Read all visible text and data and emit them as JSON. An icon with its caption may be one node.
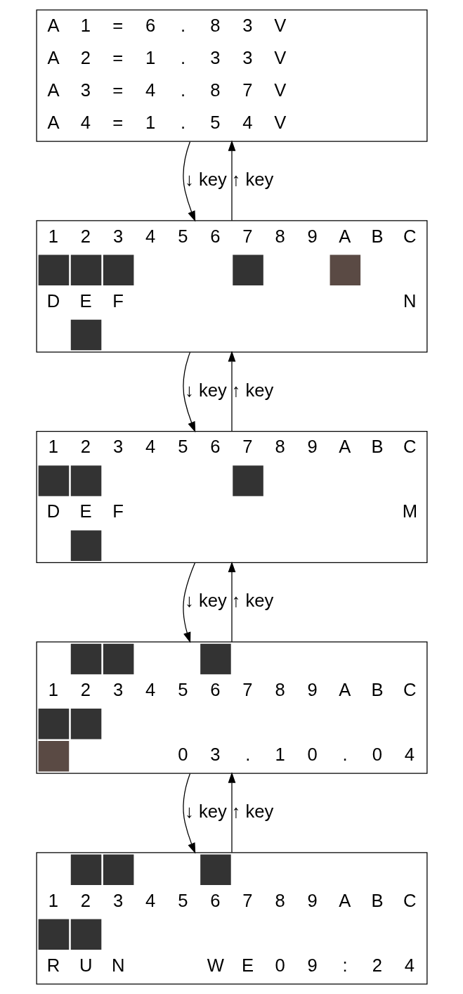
{
  "diagram": {
    "nodes": [
      {
        "text": [
          "A 1 = 6 . 8 3 V",
          "A 2 = 1 . 3 3 V",
          "A 3 = 4 . 8 7 V",
          "A 4 = 1 . 5 4 V"
        ]
      },
      {
        "text": [
          "1 2 3 4 5 6 7 8 9 A B C",
          "D E F",
          "N"
        ]
      },
      {
        "text": [
          "1 2 3 4 5 6 7 8 9 A B C",
          "D E F",
          "M"
        ]
      },
      {
        "text": [
          "1 2 3 4 5 6 7 8 9 A B C",
          "0 3 . 1 0 . 0 4"
        ]
      },
      {
        "text": [
          "1 2 3 4 5 6 7 8 9 A B C",
          "R U N",
          "W E 0 9 : 2 4"
        ]
      }
    ],
    "edges": [
      {
        "from": 0,
        "to": 1,
        "arrow": "to",
        "label": "↓ key"
      },
      {
        "from": 1,
        "to": 0,
        "arrow": "to",
        "label": "↑ key"
      },
      {
        "from": 1,
        "to": 2,
        "arrow": "to",
        "label": "↓ key"
      },
      {
        "from": 2,
        "to": 1,
        "arrow": "to",
        "label": "↑ key"
      },
      {
        "from": 2,
        "to": 3,
        "arrow": "to",
        "label": "↓ key"
      },
      {
        "from": 3,
        "to": 2,
        "arrow": "to",
        "label": "↑ key"
      },
      {
        "from": 3,
        "to": 4,
        "arrow": "to",
        "label": "↓ key"
      },
      {
        "from": 4,
        "to": 3,
        "arrow": "to",
        "label": "↑ key"
      }
    ]
  }
}
